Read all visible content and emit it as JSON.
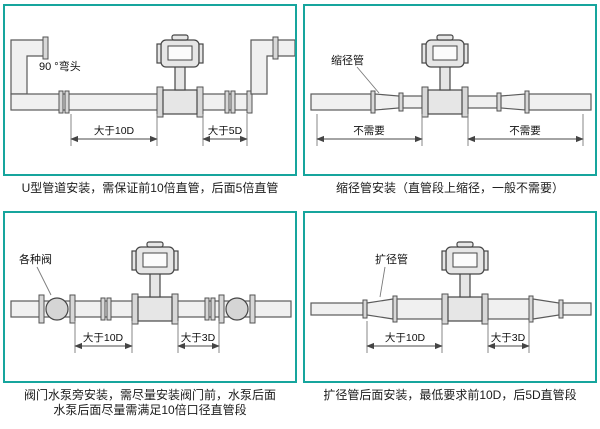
{
  "page": {
    "accent_color": "#16a59d",
    "background": "#ffffff"
  },
  "panels": [
    {
      "id": "u-type-elbow",
      "labels": {
        "component": "90 °弯头",
        "dim1": "大于10D",
        "dim2": "大于5D"
      },
      "caption": "U型管道安装，需保证前10倍直管，后面5倍直管"
    },
    {
      "id": "reducer",
      "labels": {
        "component": "缩径管",
        "dim1": "不需要",
        "dim2": "不需要"
      },
      "caption": "缩径管安装（直管段上缩径，一般不需要）"
    },
    {
      "id": "valve-pump",
      "labels": {
        "component": "各种阀",
        "dim1": "大于10D",
        "dim2": "大于3D"
      },
      "caption_lines": [
        "阀门水泵旁安装，需尽量安装阀门前，水泵后面",
        "水泵后面尽量需满足10倍口径直管段"
      ]
    },
    {
      "id": "expander",
      "labels": {
        "component": "扩径管",
        "dim1": "大于10D",
        "dim2": "大于3D"
      },
      "caption": "扩径管后面安装，最低要求前10D，后5D直管段"
    }
  ]
}
